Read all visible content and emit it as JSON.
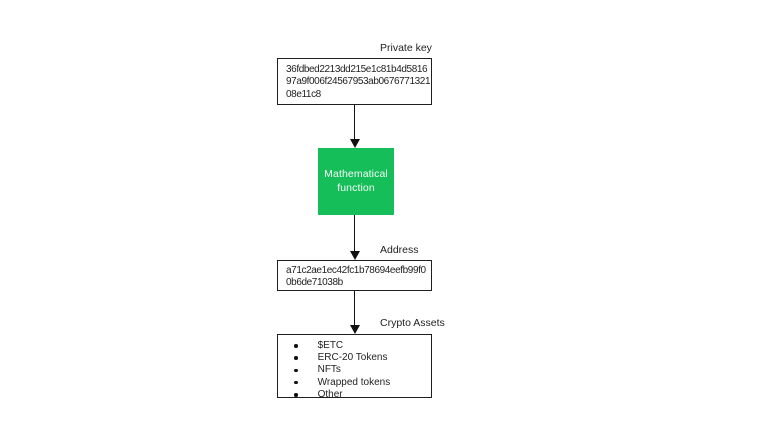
{
  "colors": {
    "accent_green": "#16BE5A",
    "line_color": "#1F1F1F",
    "background": "#FFFFFF"
  },
  "diagram": {
    "private_key": {
      "label": "Private key",
      "value_lines": [
        "36fdbed2213dd215e1c81b4d5816",
        "97a9f006f24567953ab0676771321",
        "08e11c8"
      ]
    },
    "function": {
      "label_line1": "Mathematical",
      "label_line2": "function"
    },
    "address": {
      "label": "Address",
      "value_lines": [
        "a71c2ae1ec42fc1b78694eefb99f0",
        "0b6de71038b"
      ]
    },
    "crypto_assets": {
      "label": "Crypto Assets",
      "items": [
        "$ETC",
        "ERC-20 Tokens",
        "NFTs",
        "Wrapped tokens",
        "Other"
      ]
    }
  }
}
